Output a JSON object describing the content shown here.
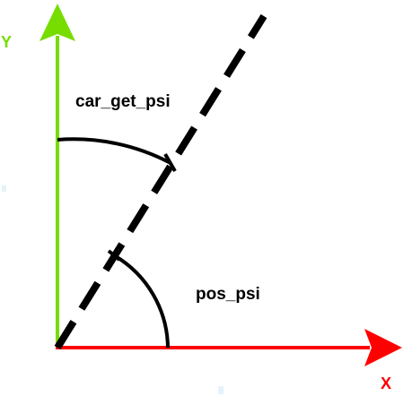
{
  "diagram": {
    "axis_x": {
      "label": "X",
      "color": "#ff0000"
    },
    "axis_y": {
      "label": "Y",
      "color": "#77dd00"
    },
    "heading_line": {
      "style": "dashed",
      "color": "#000000"
    },
    "angles": {
      "car_get_psi": {
        "label": "car_get_psi",
        "measured_from": "Y axis"
      },
      "pos_psi": {
        "label": "pos_psi",
        "measured_from": "X axis"
      }
    }
  }
}
